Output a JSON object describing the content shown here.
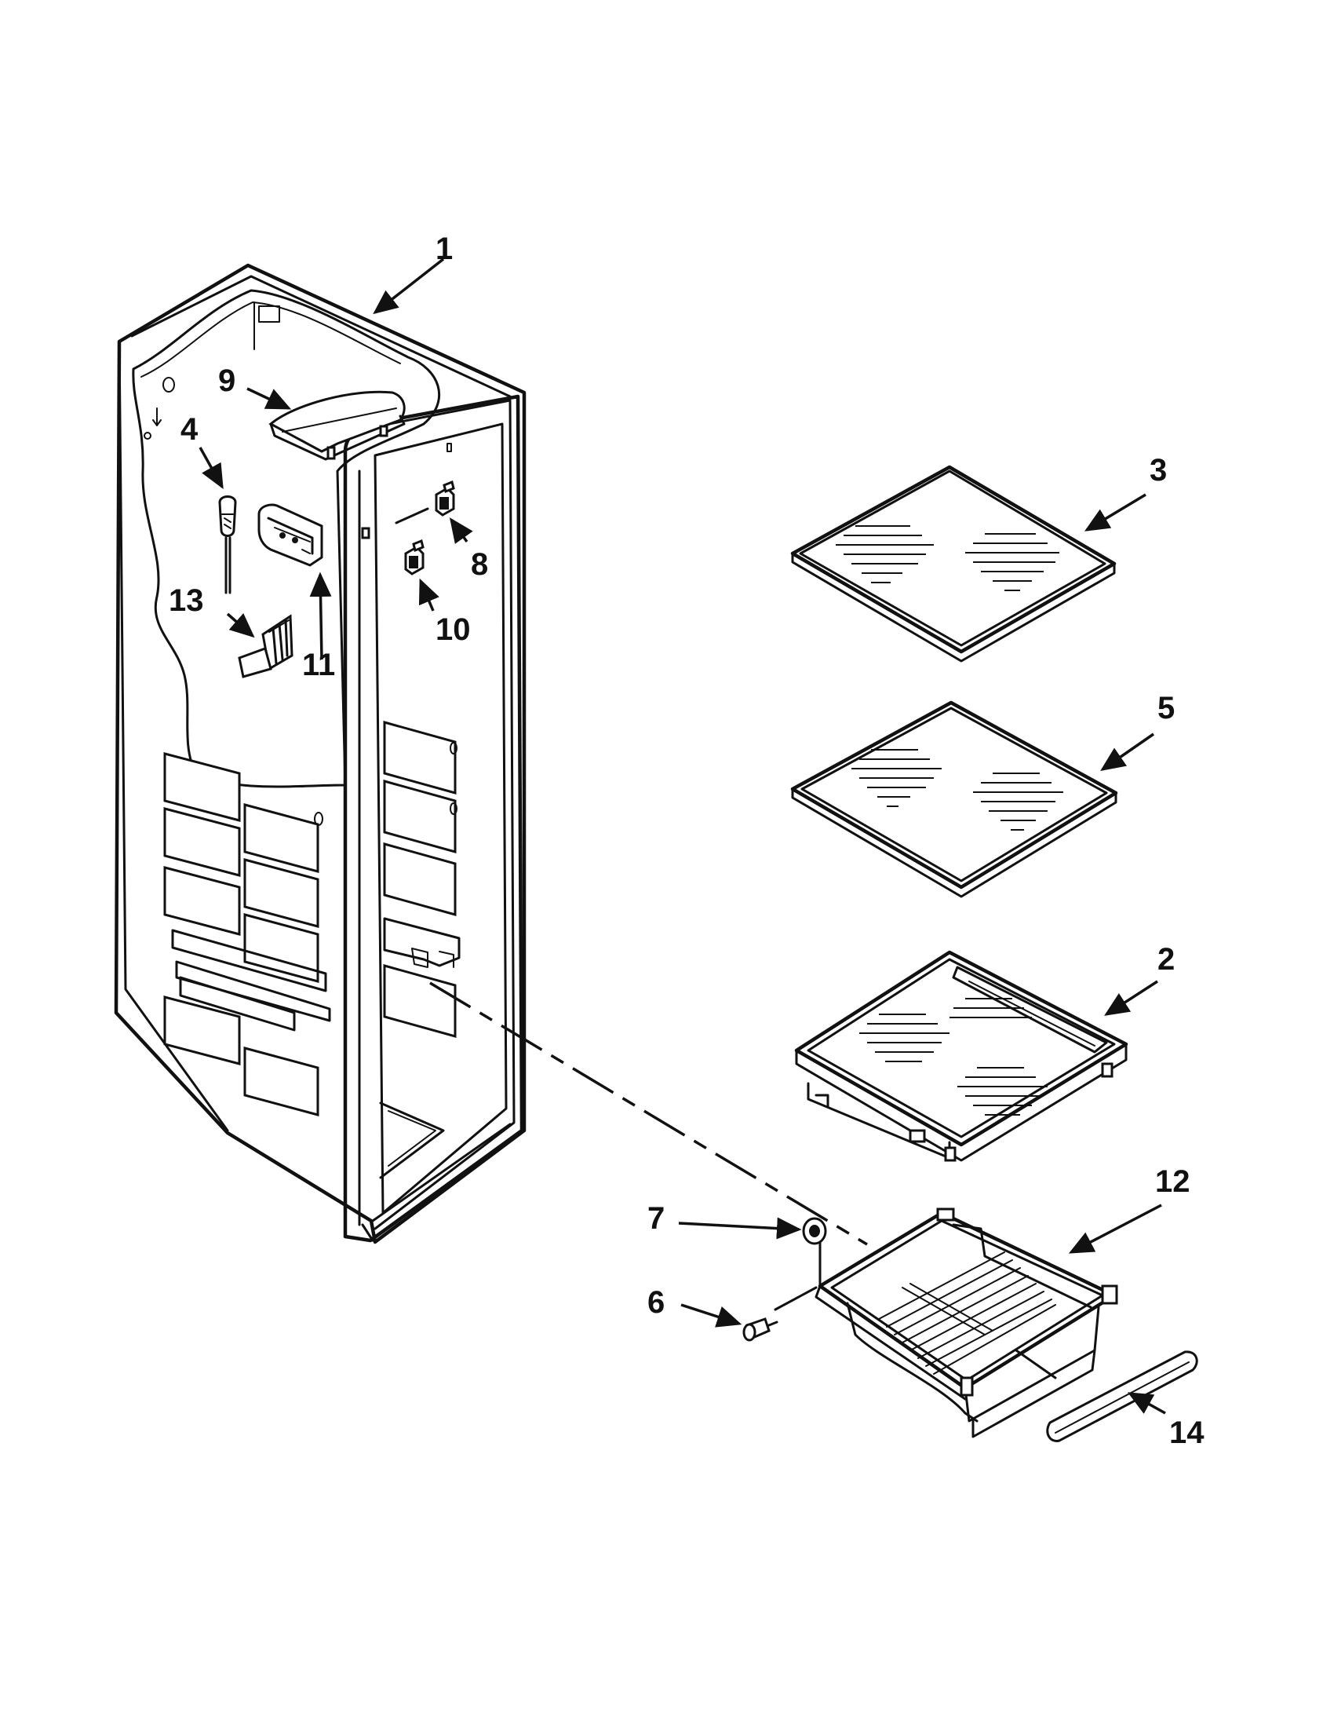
{
  "diagram": {
    "callouts": [
      {
        "id": "1",
        "label": "1"
      },
      {
        "id": "2",
        "label": "2"
      },
      {
        "id": "3",
        "label": "3"
      },
      {
        "id": "4",
        "label": "4"
      },
      {
        "id": "5",
        "label": "5"
      },
      {
        "id": "6",
        "label": "6"
      },
      {
        "id": "7",
        "label": "7"
      },
      {
        "id": "8",
        "label": "8"
      },
      {
        "id": "9",
        "label": "9"
      },
      {
        "id": "10",
        "label": "10"
      },
      {
        "id": "11",
        "label": "11"
      },
      {
        "id": "12",
        "label": "12"
      },
      {
        "id": "13",
        "label": "13"
      },
      {
        "id": "14",
        "label": "14"
      }
    ],
    "parts": [
      "liner",
      "shelf-2",
      "shelf-3",
      "sensor-4",
      "shelf-5",
      "screw-6",
      "wheel-7",
      "support-8",
      "cover-9",
      "support-10",
      "housing-11",
      "drawer-12",
      "bracket-13",
      "rail-14"
    ]
  }
}
